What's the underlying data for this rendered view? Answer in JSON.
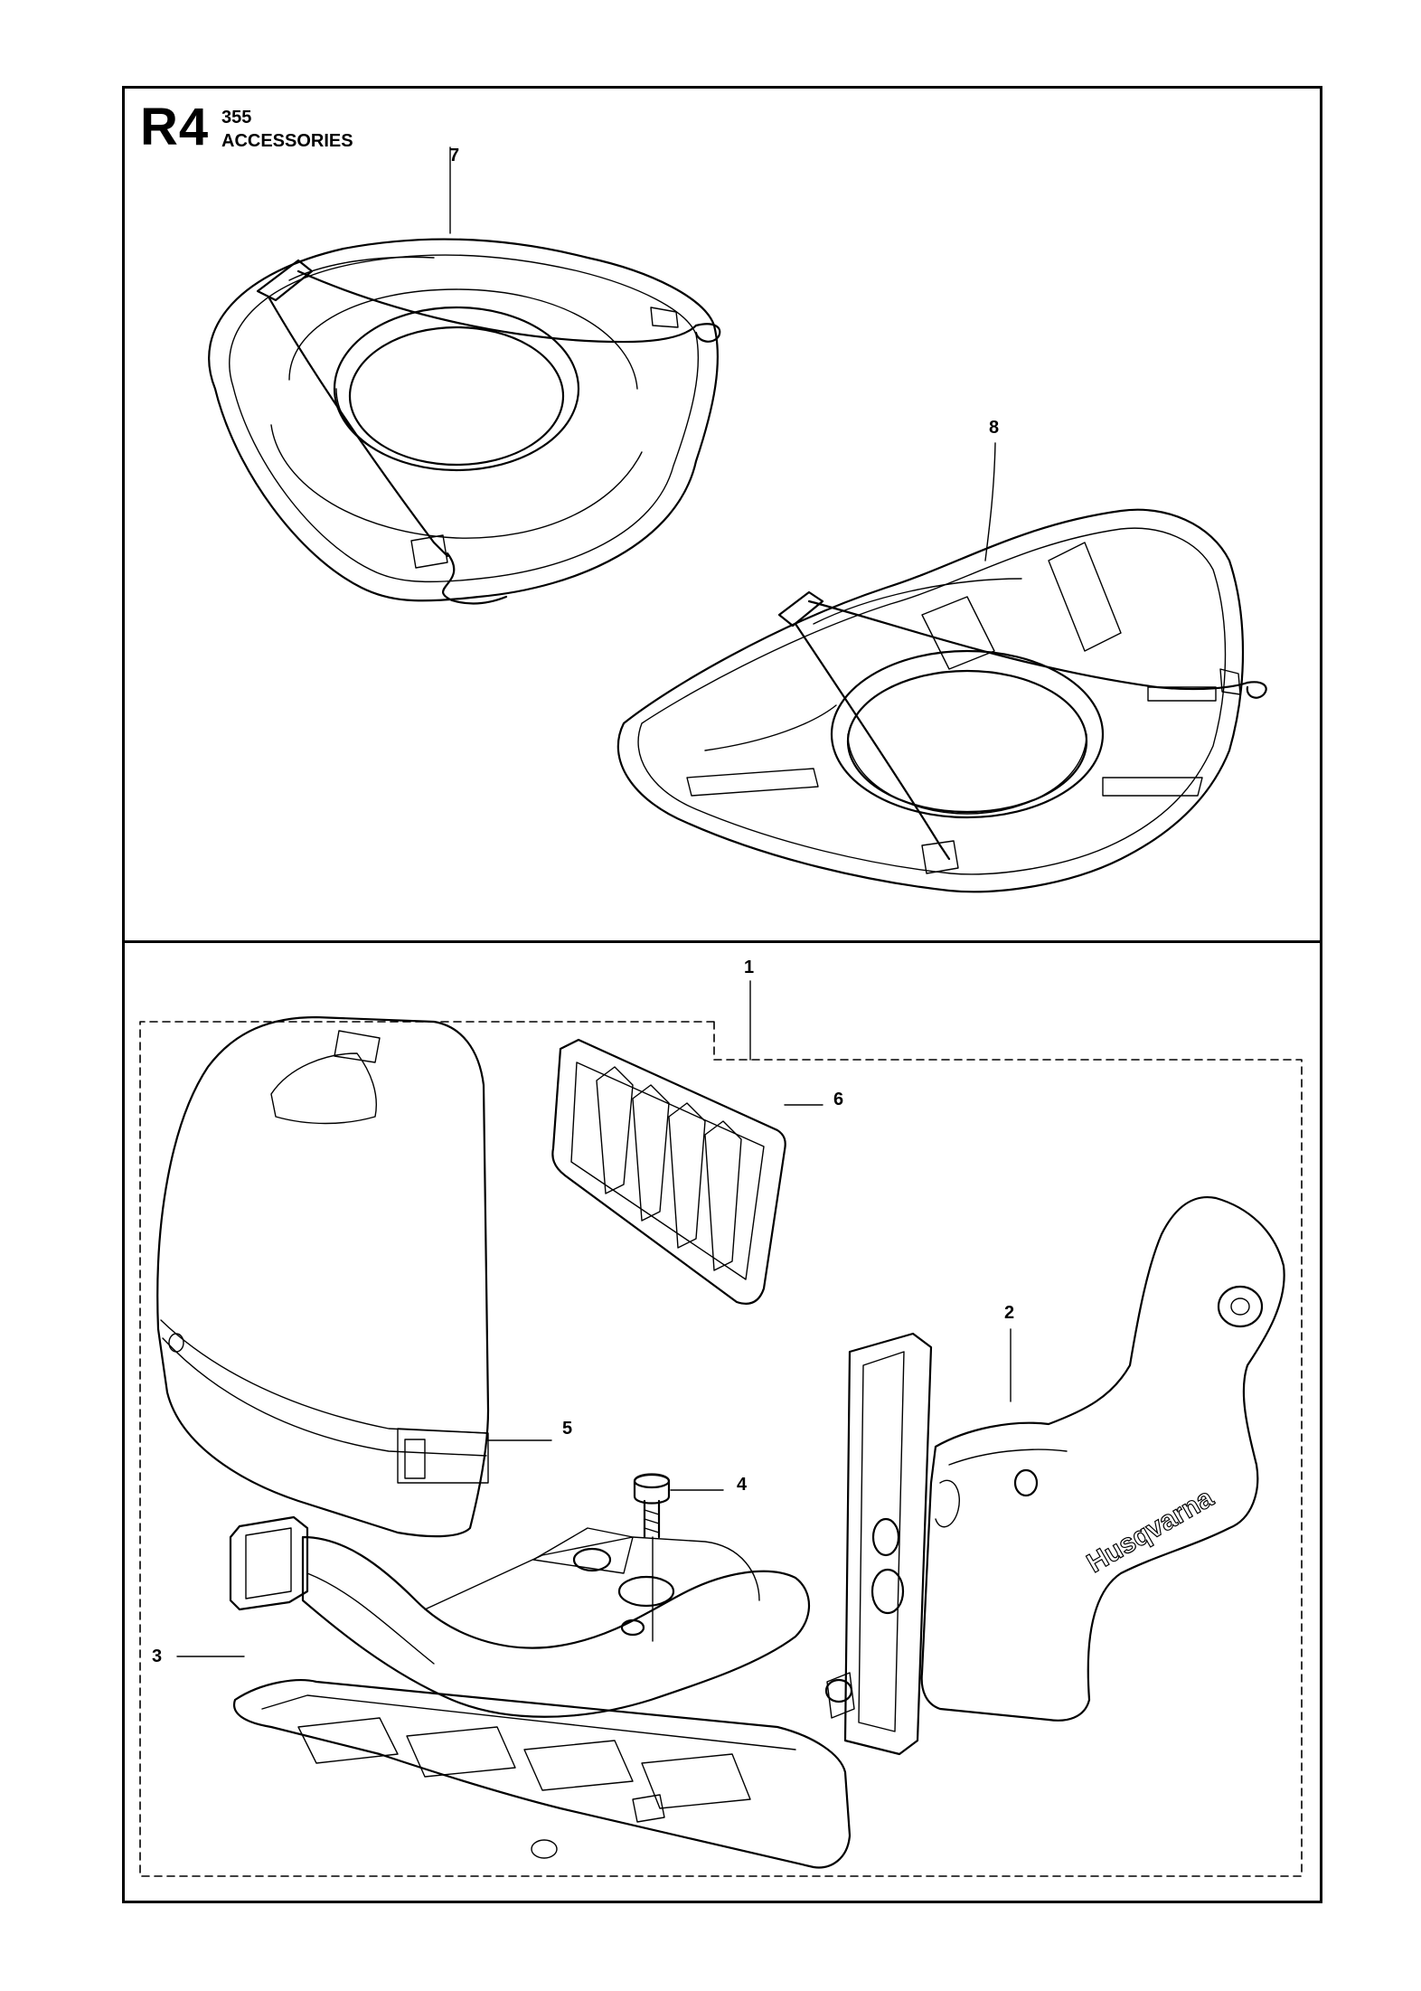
{
  "header": {
    "code": "R4",
    "model": "355",
    "title": "ACCESSORIES"
  },
  "callouts": [
    {
      "id": "7",
      "label": "7"
    },
    {
      "id": "8",
      "label": "8"
    },
    {
      "id": "1",
      "label": "1"
    },
    {
      "id": "6",
      "label": "6"
    },
    {
      "id": "2",
      "label": "2"
    },
    {
      "id": "5",
      "label": "5"
    },
    {
      "id": "4",
      "label": "4"
    },
    {
      "id": "3",
      "label": "3"
    }
  ],
  "brand": {
    "logo_text": "Husqvarna"
  },
  "colors": {
    "line": "#000000",
    "background": "#ffffff"
  }
}
